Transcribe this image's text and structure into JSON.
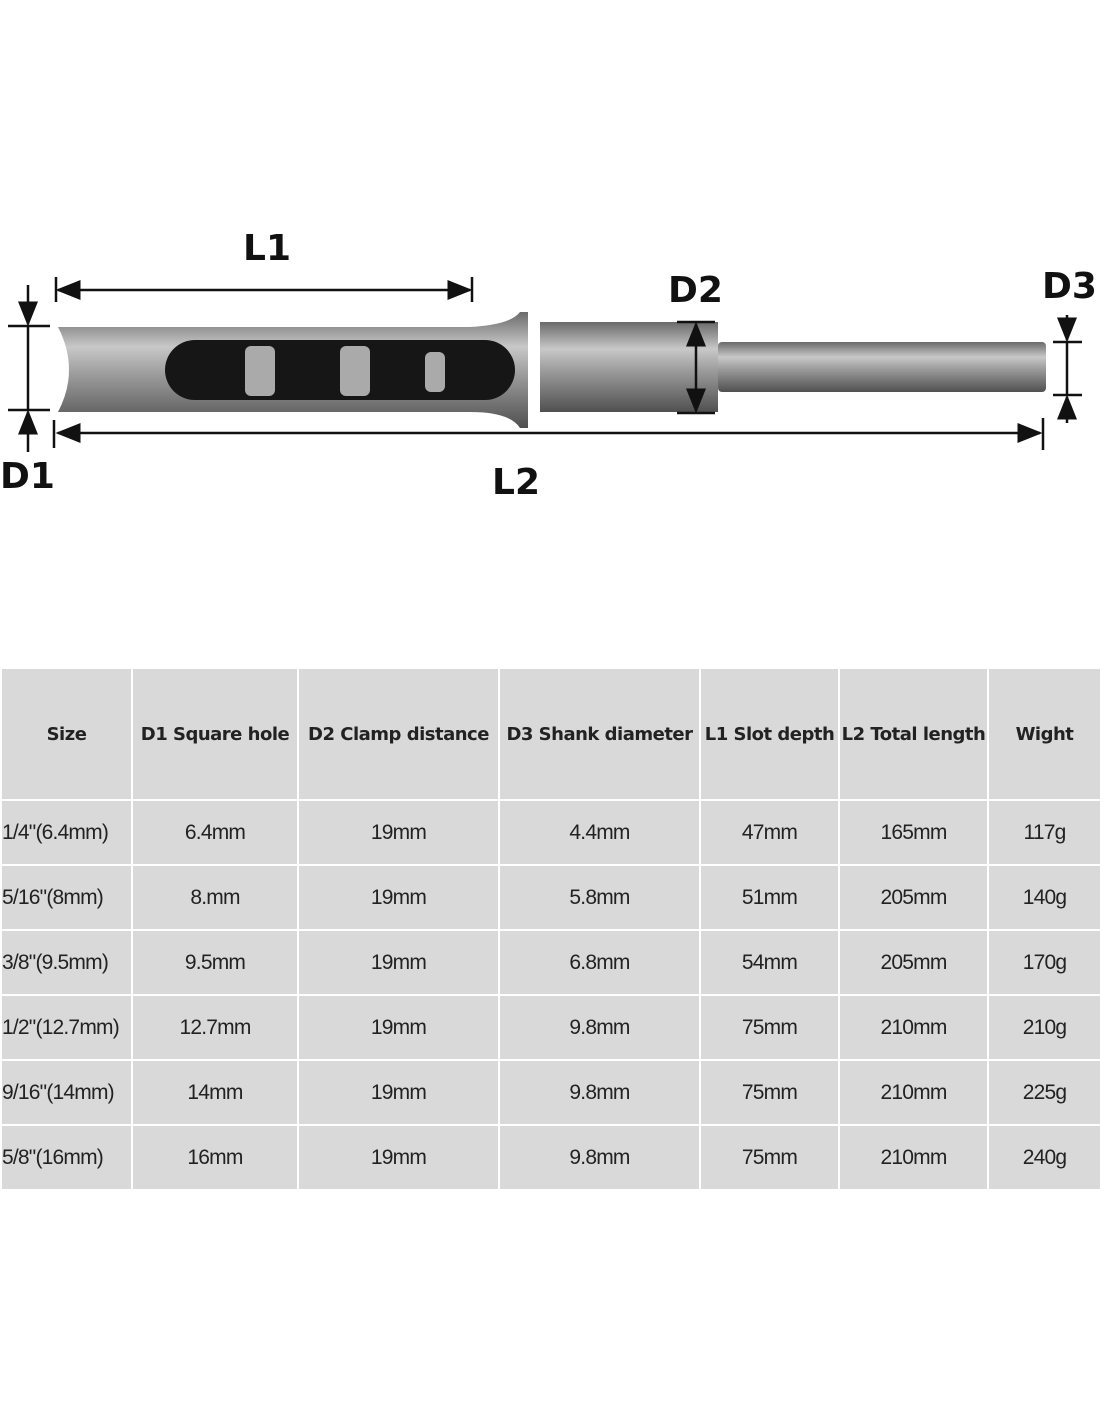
{
  "diagram": {
    "labels": {
      "l1": "L1",
      "l2": "L2",
      "d1": "D1",
      "d2": "D2",
      "d3": "D3"
    }
  },
  "table": {
    "headers": [
      "Size",
      "D1  Square hole",
      "D2  Clamp distance",
      "D3  Shank diameter",
      "L1  Slot depth",
      "L2  Total length",
      "Wight"
    ],
    "rows": [
      [
        "1/4\"(6.4mm)",
        "6.4mm",
        "19mm",
        "4.4mm",
        "47mm",
        "165mm",
        "117g"
      ],
      [
        "5/16\"(8mm)",
        "8.mm",
        "19mm",
        "5.8mm",
        "51mm",
        "205mm",
        "140g"
      ],
      [
        "3/8\"(9.5mm)",
        "9.5mm",
        "19mm",
        "6.8mm",
        "54mm",
        "205mm",
        "170g"
      ],
      [
        "1/2\"(12.7mm)",
        "12.7mm",
        "19mm",
        "9.8mm",
        "75mm",
        "210mm",
        "210g"
      ],
      [
        "9/16\"(14mm)",
        "14mm",
        "19mm",
        "9.8mm",
        "75mm",
        "210mm",
        "225g"
      ],
      [
        "5/8\"(16mm)",
        "16mm",
        "19mm",
        "9.8mm",
        "75mm",
        "210mm",
        "240g"
      ]
    ]
  }
}
